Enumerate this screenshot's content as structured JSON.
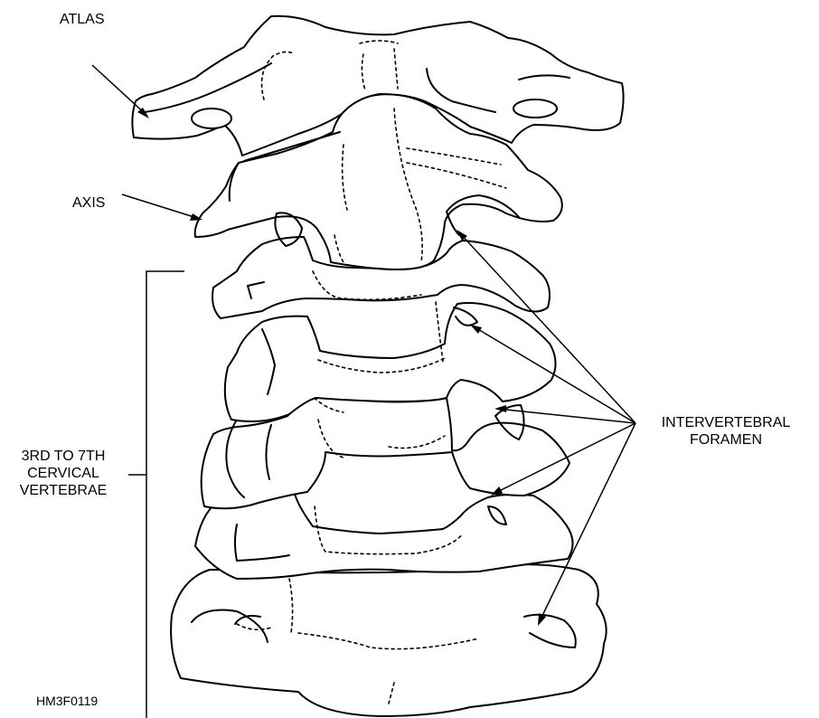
{
  "labels": {
    "atlas": "ATLAS",
    "axis": "AXIS",
    "cervical": [
      "3RD TO 7TH",
      "CERVICAL",
      "VERTEBRAE"
    ],
    "foramen": [
      "INTERVERTEBRAL",
      "FORAMEN"
    ],
    "figure_id": "HM3F0119"
  }
}
